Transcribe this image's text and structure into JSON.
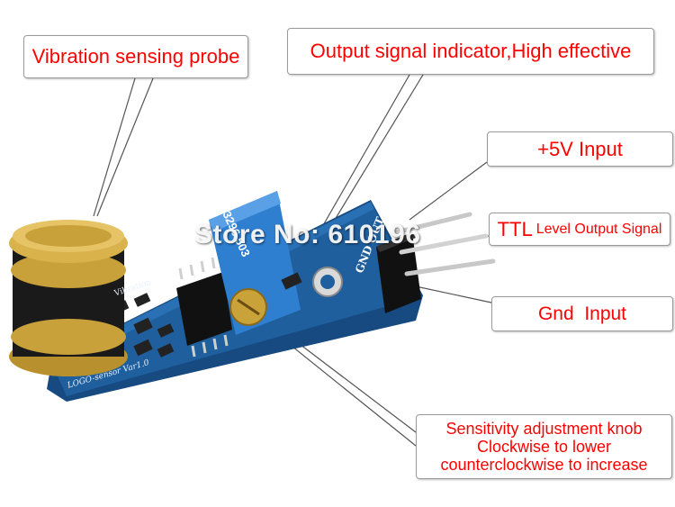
{
  "callouts": {
    "probe": "Vibration sensing probe",
    "indicator": "Output signal indicator,High effective",
    "input_5v": "+5V Input",
    "ttl_prefix": "TTL",
    "ttl_rest": "Level Output Signal",
    "gnd": "Gnd  Input",
    "knob_line1": "Sensitivity adjustment knob",
    "knob_line2": "Clockwise to lower",
    "knob_line3": "counterclockwise to increase"
  },
  "board_labels": {
    "pins": "GND OUT 5V",
    "bottom_text": "LOGO-sensor Var1.0",
    "top_text": "Vibration",
    "pot_text": "3296 503"
  },
  "watermark": "Store No: 610196",
  "colors": {
    "callout_text": "#ff0000",
    "pcb": "#1f5f9e",
    "probe_gold": "#c9a13a",
    "probe_body": "#1a1a1a",
    "pot": "#2f7fd0"
  }
}
